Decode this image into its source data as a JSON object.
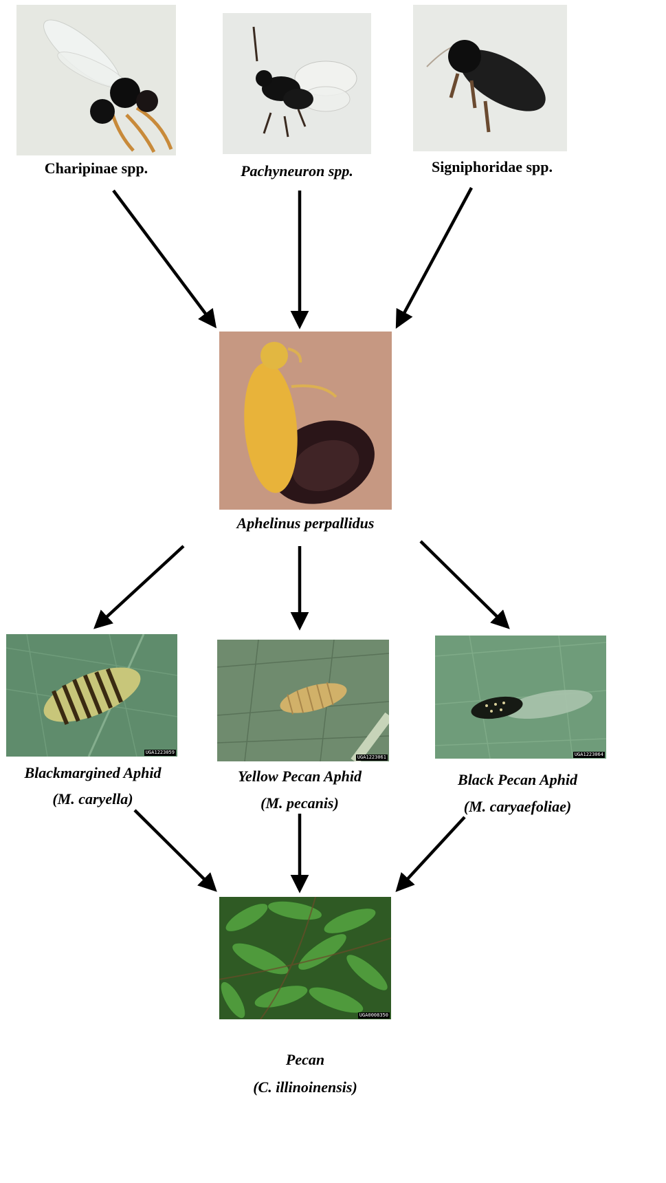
{
  "diagram": {
    "parasitoids": [
      {
        "name": "Charipinae spp.",
        "style": "normal"
      },
      {
        "name": "Pachyneuron spp.",
        "style": "italic"
      },
      {
        "name": "Signiphoridae spp.",
        "style": "normal"
      }
    ],
    "primary_parasitoid": {
      "name": "Aphelinus perpallidus"
    },
    "aphids": [
      {
        "common_name": "Blackmargined Aphid",
        "scientific_name": "(M. caryella)",
        "photo_id": "UGA1223059"
      },
      {
        "common_name": "Yellow Pecan Aphid",
        "scientific_name": "(M. pecanis)",
        "photo_id": "UGA1223061"
      },
      {
        "common_name": "Black Pecan Aphid",
        "scientific_name": "(M. caryaefoliae)",
        "photo_id": "UGA1223064"
      }
    ],
    "host_plant": {
      "common_name": "Pecan",
      "scientific_name": "(C. illinoinensis)",
      "photo_id": "UGA0008350"
    }
  },
  "colors": {
    "arrow": "#000000",
    "wasp_bg": "#e9e9e4",
    "aphelinus_bg": "#c69882",
    "leaf_green": "#6f9c7a",
    "pecan_green": "#3f8a32"
  }
}
